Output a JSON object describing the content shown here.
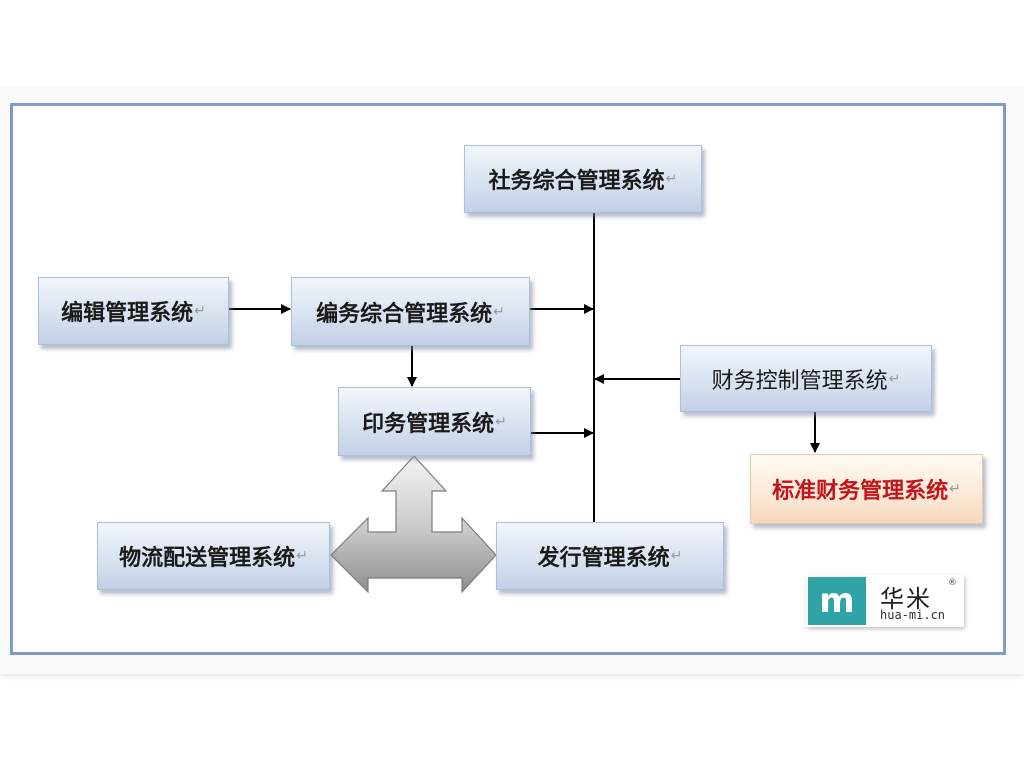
{
  "diagram": {
    "nodes": {
      "shewu": "社务综合管理系统",
      "bianji": "编辑管理系统",
      "bianwu": "编务综合管理系统",
      "caiwu_kongzhi": "财务控制管理系统",
      "yinwu": "印务管理系统",
      "biaozhun_caiwu": "标准财务管理系统",
      "wuliu": "物流配送管理系统",
      "faxing": "发行管理系统"
    },
    "paragraph_mark": "↵"
  },
  "logo": {
    "mark": "m",
    "name": "华米",
    "registered": "®",
    "url": "hua-mi.cn"
  },
  "colors": {
    "frame": "#7f9cc9",
    "node_fill": "#d6e0ef",
    "highlight_fill": "#fbe9d6",
    "highlight_text": "#c4141b",
    "logo_teal": "#2fa3a5"
  }
}
